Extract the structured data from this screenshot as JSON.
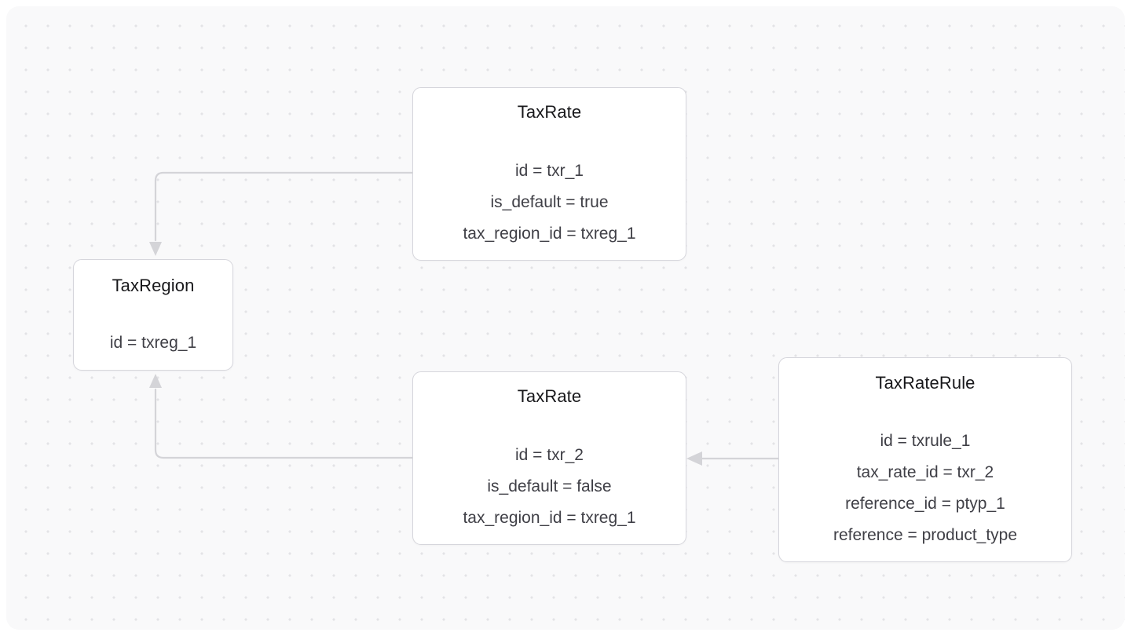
{
  "canvas": {
    "background_color": "#f9f9fa",
    "dot_color": "#e3e3e6",
    "page_background": "#ffffff"
  },
  "theme": {
    "node_background": "#ffffff",
    "node_border": "#d6d6dc",
    "title_color": "#18181b",
    "attribute_color": "#3f3f46",
    "edge_color": "#d4d4d8"
  },
  "nodes": [
    {
      "id": "taxrate-1",
      "title": "TaxRate",
      "attributes": [
        "id = txr_1",
        "is_default = true",
        "tax_region_id = txreg_1"
      ]
    },
    {
      "id": "taxregion",
      "title": "TaxRegion",
      "attributes": [
        "id = txreg_1"
      ]
    },
    {
      "id": "taxrate-2",
      "title": "TaxRate",
      "attributes": [
        "id = txr_2",
        "is_default = false",
        "tax_region_id = txreg_1"
      ]
    },
    {
      "id": "taxraterule",
      "title": "TaxRateRule",
      "attributes": [
        "id = txrule_1",
        "tax_rate_id = txr_2",
        "reference_id = ptyp_1",
        "reference = product_type"
      ]
    }
  ],
  "edges": [
    {
      "id": "edge-taxrate1-to-taxregion",
      "from": "taxrate-1",
      "to": "taxregion",
      "arrow": "arrow-down-icon"
    },
    {
      "id": "edge-taxrate2-to-taxregion",
      "from": "taxrate-2",
      "to": "taxregion",
      "arrow": "arrow-up-icon"
    },
    {
      "id": "edge-taxraterule-to-taxrate2",
      "from": "taxraterule",
      "to": "taxrate-2",
      "arrow": "arrow-left-icon"
    }
  ]
}
